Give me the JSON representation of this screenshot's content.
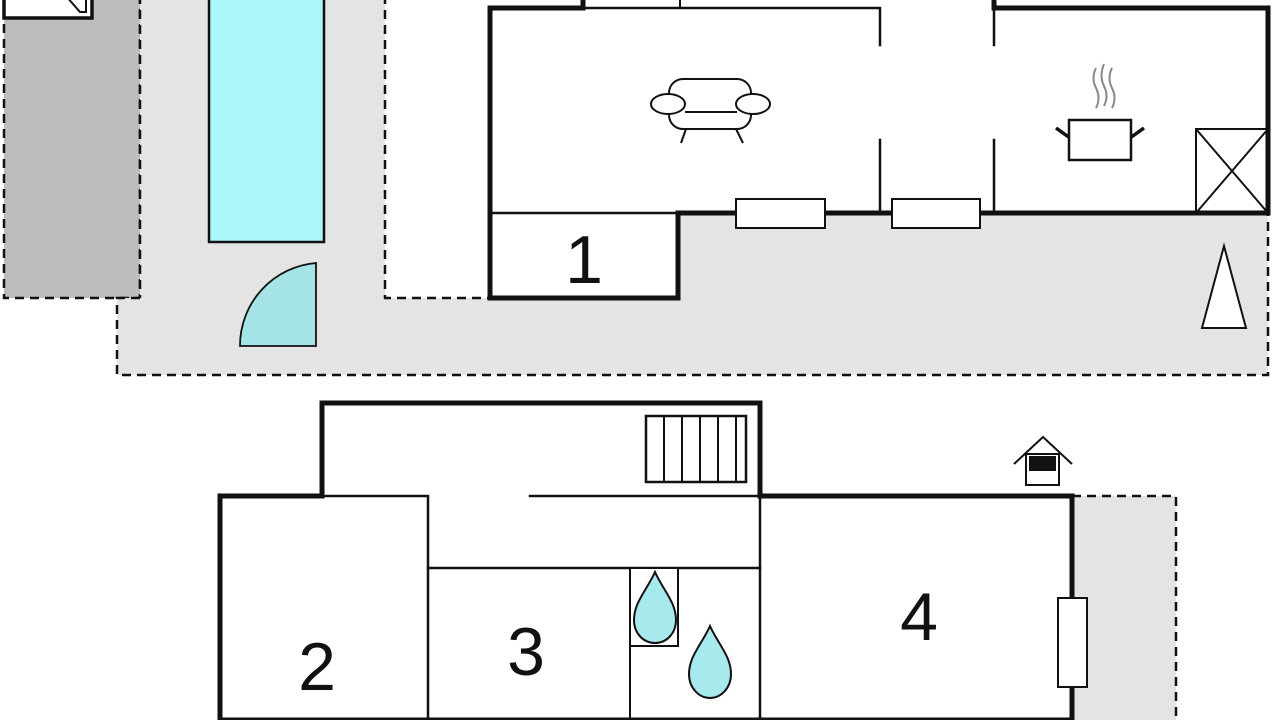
{
  "colors": {
    "terrace": "#e4e4e4",
    "carport": "#bdbdbd",
    "pool": "#a9f6fb",
    "water_drop": "#a8e9ee",
    "pool_gate": "#a4e4e6",
    "wall": "#111111"
  },
  "rooms": [
    {
      "id": "room-1",
      "label": "1"
    },
    {
      "id": "room-2",
      "label": "2"
    },
    {
      "id": "room-3",
      "label": "3"
    },
    {
      "id": "room-4",
      "label": "4"
    }
  ],
  "icons": [
    "sofa-icon",
    "cooking-pot-icon",
    "stairs-icon",
    "water-drop-icon",
    "tent-icon",
    "shed-icon",
    "wardrobe-icon"
  ]
}
